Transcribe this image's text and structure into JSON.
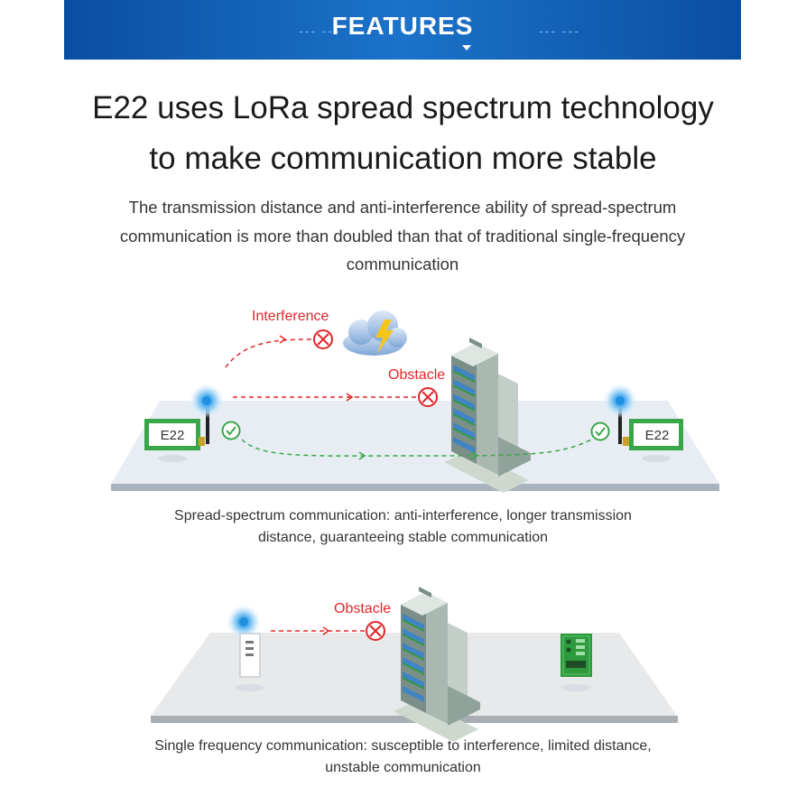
{
  "banner": {
    "title": "FEATURES",
    "dash": "--- ---"
  },
  "headline": {
    "line1": "E22 uses LoRa spread spectrum technology",
    "line2": "to make communication more stable"
  },
  "subtitle": "The transmission distance and anti-interference ability of spread-spectrum communication is more than doubled than that of traditional single-frequency communication",
  "diagram1": {
    "interference_label": "Interference",
    "obstacle_label": "Obstacle",
    "module_left": "E22",
    "module_right": "E22",
    "caption_line1": "Spread-spectrum communication: anti-interference, longer transmission",
    "caption_line2": "distance, guaranteeing stable communication"
  },
  "diagram2": {
    "obstacle_label": "Obstacle",
    "caption_line1": "Single frequency communication: susceptible to interference, limited distance,",
    "caption_line2": "unstable communication"
  },
  "colors": {
    "banner": "#0a4ea3",
    "red": "#e3262b",
    "green": "#3aa64a",
    "platform": "#e8edf3",
    "platform_edge": "#a9b3bd"
  },
  "icons": [
    "cloud-lightning-icon",
    "building-icon",
    "antenna-signal-icon",
    "x-circle-icon",
    "check-circle-icon",
    "circuit-board-icon"
  ]
}
